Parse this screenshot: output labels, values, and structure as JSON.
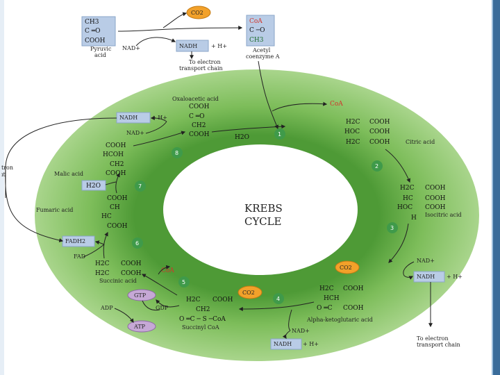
{
  "labels": {
    "pyruvate_top": {
      "l1": "CH3",
      "l2": "C ═O",
      "l3": "COOH"
    },
    "pyruvate_name": {
      "l1": "Pyruvic",
      "l2": "acid"
    },
    "co2_top": "CO2",
    "nad_top": "NAD+",
    "nadh_top": "NADH",
    "h_top": "+ H+",
    "to_etc_top": {
      "l1": "To electron",
      "l2": "transport chain"
    },
    "acetyl": {
      "l1": "CoA",
      "l2": "C ─O",
      "l3": "CH3"
    },
    "acetyl_name": {
      "l1": "Acetyl",
      "l2": "coenzyme A"
    },
    "oxaloacetic_name": "Oxaloacetic acid",
    "oxaloacetic": {
      "l1": "COOH",
      "l2": "C ═O",
      "l3": "CH2",
      "l4": "COOH"
    },
    "coa_in": "CoA",
    "citric": {
      "l1": "H2C",
      "l2": "HOC",
      "l3": "H2C",
      "r1": "COOH",
      "r2": "COOH",
      "r3": "COOH"
    },
    "citric_name": "Citric acid",
    "h2o_1": "H2O",
    "nadh_8": "NADH",
    "h_8": "+ H+",
    "nad_8": "NAD+",
    "malic": {
      "l1": "COOH",
      "l2": "HCOH",
      "l3": "CH2",
      "l4": "COOH"
    },
    "malic_name": "Malic acid",
    "tron_left": {
      "l1": "tron",
      "l2": "ıt"
    },
    "h2o_7": "H2O",
    "isocitric": {
      "l1": "H2C",
      "l2": "HC",
      "l3": "HOC",
      "l4": "H",
      "r1": "COOH",
      "r2": "COOH",
      "r3": "COOH"
    },
    "isocitric_name": "Isocitric acid",
    "fumaric": {
      "l1": "COOH",
      "l2": "CH",
      "l3": "HC",
      "l4": "COOH"
    },
    "fumaric_name": "Fumaric acid",
    "krebs": {
      "l1": "KREBS",
      "l2": "CYCLE"
    },
    "fadh2": "FADH2",
    "fad": "FAD",
    "succinic": {
      "l1": "H2C",
      "l2": "H2C",
      "r1": "COOH",
      "r2": "COOH"
    },
    "succinic_name": "Succinic acid",
    "coa_5": "CoA",
    "gtp": "GTP",
    "gdp": "GDP",
    "adp": "ADP",
    "atp": "ATP",
    "succinyl": {
      "l1": "H2C",
      "l2": "CH2",
      "l3": "O ═C ─ S ─CoA",
      "r1": "COOH"
    },
    "succinyl_name": "Succinyl CoA",
    "co2_4": "CO2",
    "co2_3": "CO2",
    "nad_3": "NAD+",
    "nadh_3": "NADH",
    "h_3": "+ H+",
    "akg": {
      "l1": "H2C",
      "l2": "HCH",
      "l3": "O ═C",
      "r1": "COOH",
      "r3": "COOH"
    },
    "akg_name": "Alpha-ketoglutaric acid",
    "nad_4": "NAD+",
    "nadh_4": "NADH",
    "h_4": "+ H+",
    "to_etc_right": {
      "l1": "To electron",
      "l2": "transport chain"
    }
  },
  "steps": [
    "1",
    "2",
    "3",
    "4",
    "5",
    "6",
    "7",
    "8"
  ],
  "colors": {
    "ring_outer": "#8fc46a",
    "ring_inner": "#5fa23f",
    "box_blue": "#b9cce6",
    "badge_green": "#3f9a4a",
    "co2_orange": "#f2a12a",
    "coa_red": "#d2352b",
    "gtp_purple": "#c6a8d6"
  }
}
